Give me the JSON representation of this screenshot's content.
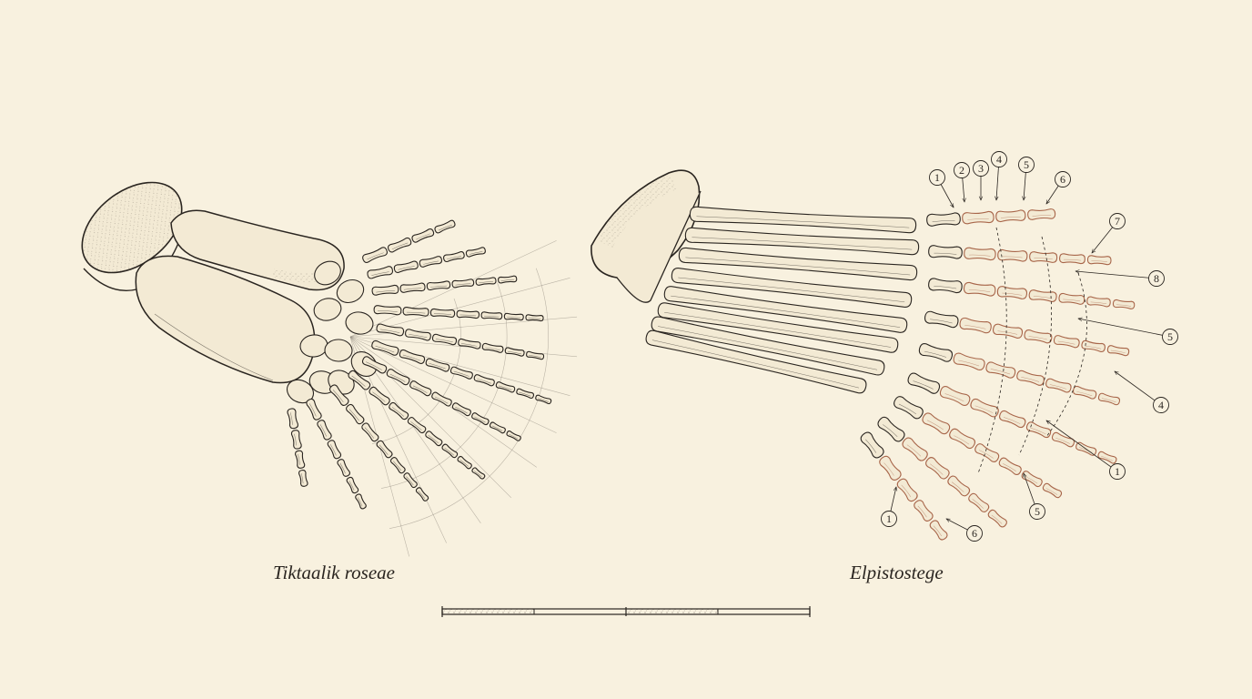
{
  "specimens": [
    {
      "name": "Tiktaalik roseae"
    },
    {
      "name": "Elpistostege"
    }
  ],
  "callouts": [
    "1",
    "2",
    "3",
    "4",
    "5",
    "6",
    "7",
    "8",
    "5",
    "4",
    "1",
    "5",
    "6",
    "1"
  ],
  "colors": {
    "background": "#f8f1df",
    "ink": "#2a2520",
    "bone_fill": "#f3ead4",
    "highlight_bone": "#a8664a",
    "grid_line": "#8a8378"
  }
}
